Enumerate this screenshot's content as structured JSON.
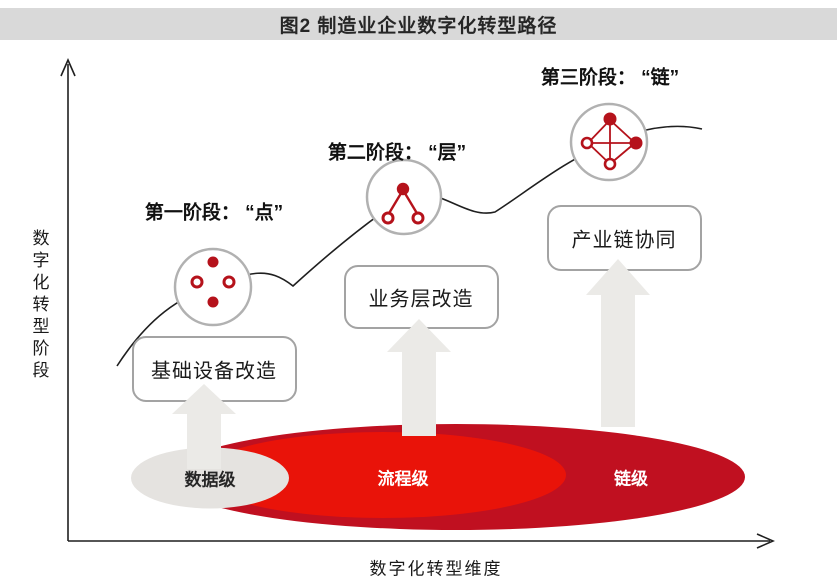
{
  "title": "图2  制造业企业数字化转型路径",
  "axes": {
    "y_label": "数字化转型阶段",
    "x_label": "数字化转型维度"
  },
  "stages": [
    {
      "label": "第一阶段： “点”",
      "box": "基础设备改造",
      "icon": "point-nodes-icon"
    },
    {
      "label": "第二阶段： “层”",
      "box": "业务层改造",
      "icon": "layer-tree-icon"
    },
    {
      "label": "第三阶段： “链”",
      "box": "产业链协同",
      "icon": "chain-network-icon"
    }
  ],
  "levels": [
    {
      "label": "数据级",
      "color": "#e5e3e0"
    },
    {
      "label": "流程级",
      "color": "#e91309"
    },
    {
      "label": "链级",
      "color": "#c01020"
    }
  ],
  "colors": {
    "accent_red": "#b5121b",
    "bright_red": "#e91309",
    "dark_red": "#c01020",
    "titlebar_gray": "#d9d9d9",
    "arrow_gray": "#ebeae7",
    "curve_black": "#1f1f1f"
  }
}
